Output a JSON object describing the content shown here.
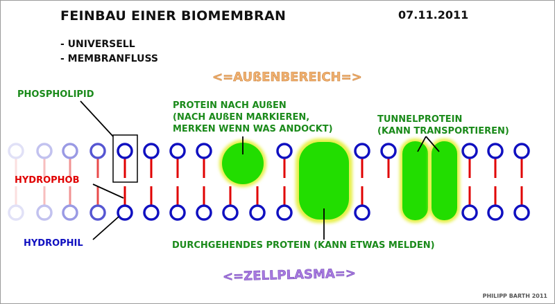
{
  "title": "FEINBAU EINER BIOMEMBRAN",
  "date": "07.11.2011",
  "bullets": [
    "- UNIVERSELL",
    "- MEMBRANFLUSS"
  ],
  "regions": {
    "outer": "<=AUßENBEREICH=>",
    "inner": "<=ZELLPLASMA=>"
  },
  "labels": {
    "phospholipid": "PHOSPHOLIPID",
    "hydrophob": "HYDROPHOB",
    "hydrophil": "HYDROPHIL",
    "protein_outside": [
      "PROTEIN NACH AUßEN",
      "(NACH AUßEN MARKIEREN,",
      "MERKEN WENN WAS ANDOCKT)"
    ],
    "tunnel_protein": [
      "TUNNELPROTEIN",
      "(KANN TRANSPORTIEREN)"
    ],
    "transmembrane_protein": "DURCHGEHENDES PROTEIN (KANN ETWAS MELDEN)"
  },
  "credit": "PHILIPP BARTH 2011",
  "colors": {
    "head_blue": "#1010c0",
    "tail_red": "#e00000",
    "protein_green": "#22dd00",
    "protein_glow": "#e6f04a",
    "label_green": "#1a8a1a",
    "outer_label": "#f0b070",
    "inner_label": "#a87ae0"
  }
}
